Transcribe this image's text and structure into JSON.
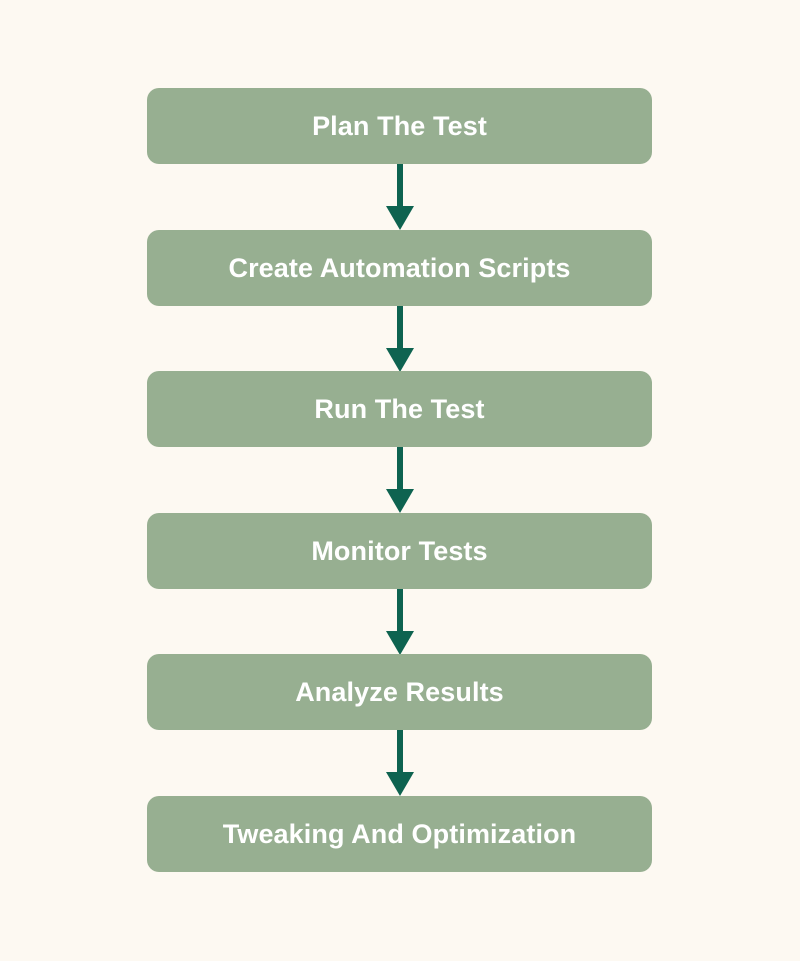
{
  "diagram": {
    "steps": [
      {
        "label": "Plan The Test"
      },
      {
        "label": "Create Automation Scripts"
      },
      {
        "label": "Run The Test"
      },
      {
        "label": "Monitor Tests"
      },
      {
        "label": "Analyze Results"
      },
      {
        "label": "Tweaking And Optimization"
      }
    ]
  },
  "colors": {
    "background": "#fdf9f2",
    "step_fill": "#97af91",
    "step_text": "#ffffff",
    "arrow": "#0e6350"
  }
}
